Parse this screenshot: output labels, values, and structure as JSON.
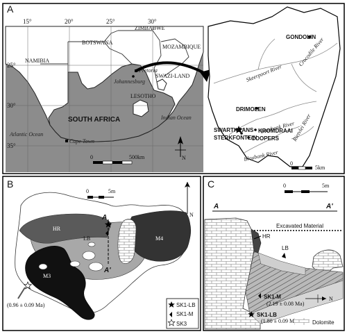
{
  "panels": {
    "a": "A",
    "b": "B",
    "c": "C"
  },
  "map_a": {
    "longitudes": [
      "15°",
      "20°",
      "25°",
      "30°"
    ],
    "latitudes": [
      "25°",
      "30°",
      "35°"
    ],
    "countries": [
      "BOTSWANA",
      "ZIMBABWE",
      "NAMIBIA",
      "MOZAMBIQUE",
      "SOUTH AFRICA",
      "LESOTHO",
      "SWAZI-LAND"
    ],
    "cities": [
      "Pretoria",
      "Johannesburg",
      "Cape Town"
    ],
    "oceans": [
      "Atlantic Ocean",
      "Indian Ocean"
    ],
    "scale": {
      "zero": "0",
      "end": "500km"
    },
    "north": "N"
  },
  "inset": {
    "sites": [
      "GONDOLIN",
      "DRIMOLEN",
      "SWARTKRANS",
      "STERKFONTEIN",
      "KROMDRAAI",
      "COOPERS"
    ],
    "rivers": [
      "Skeerpoort River",
      "Crocodile River",
      "Blaubank River",
      "Bloubank River",
      "Rietvlei River"
    ],
    "scale": {
      "zero": "0",
      "end": "5km"
    }
  },
  "panel_b": {
    "units": [
      "HR",
      "LB",
      "M4",
      "M3"
    ],
    "section_start": "A",
    "section_end": "A'",
    "scale": {
      "zero": "0",
      "end": "5m"
    },
    "north": "N",
    "date": "(0.96 ± 0.09 Ma)",
    "legend": [
      "SK1-LB",
      "SK1-M",
      "SK3"
    ]
  },
  "panel_c": {
    "section_start": "A",
    "section_end": "A'",
    "excavated": "Excavated Material",
    "scale": {
      "zero": "0",
      "end": "5m"
    },
    "hr": "HR",
    "lb": "LB",
    "sk1m": "SK1-M",
    "sk1m_date": "(2.19 ± 0.08 Ma)",
    "sk1lb": "SK1-LB",
    "sk1lb_date": "(1.80 ± 0.09 Ma)",
    "north": "N",
    "dolomite": "Dolomite"
  }
}
